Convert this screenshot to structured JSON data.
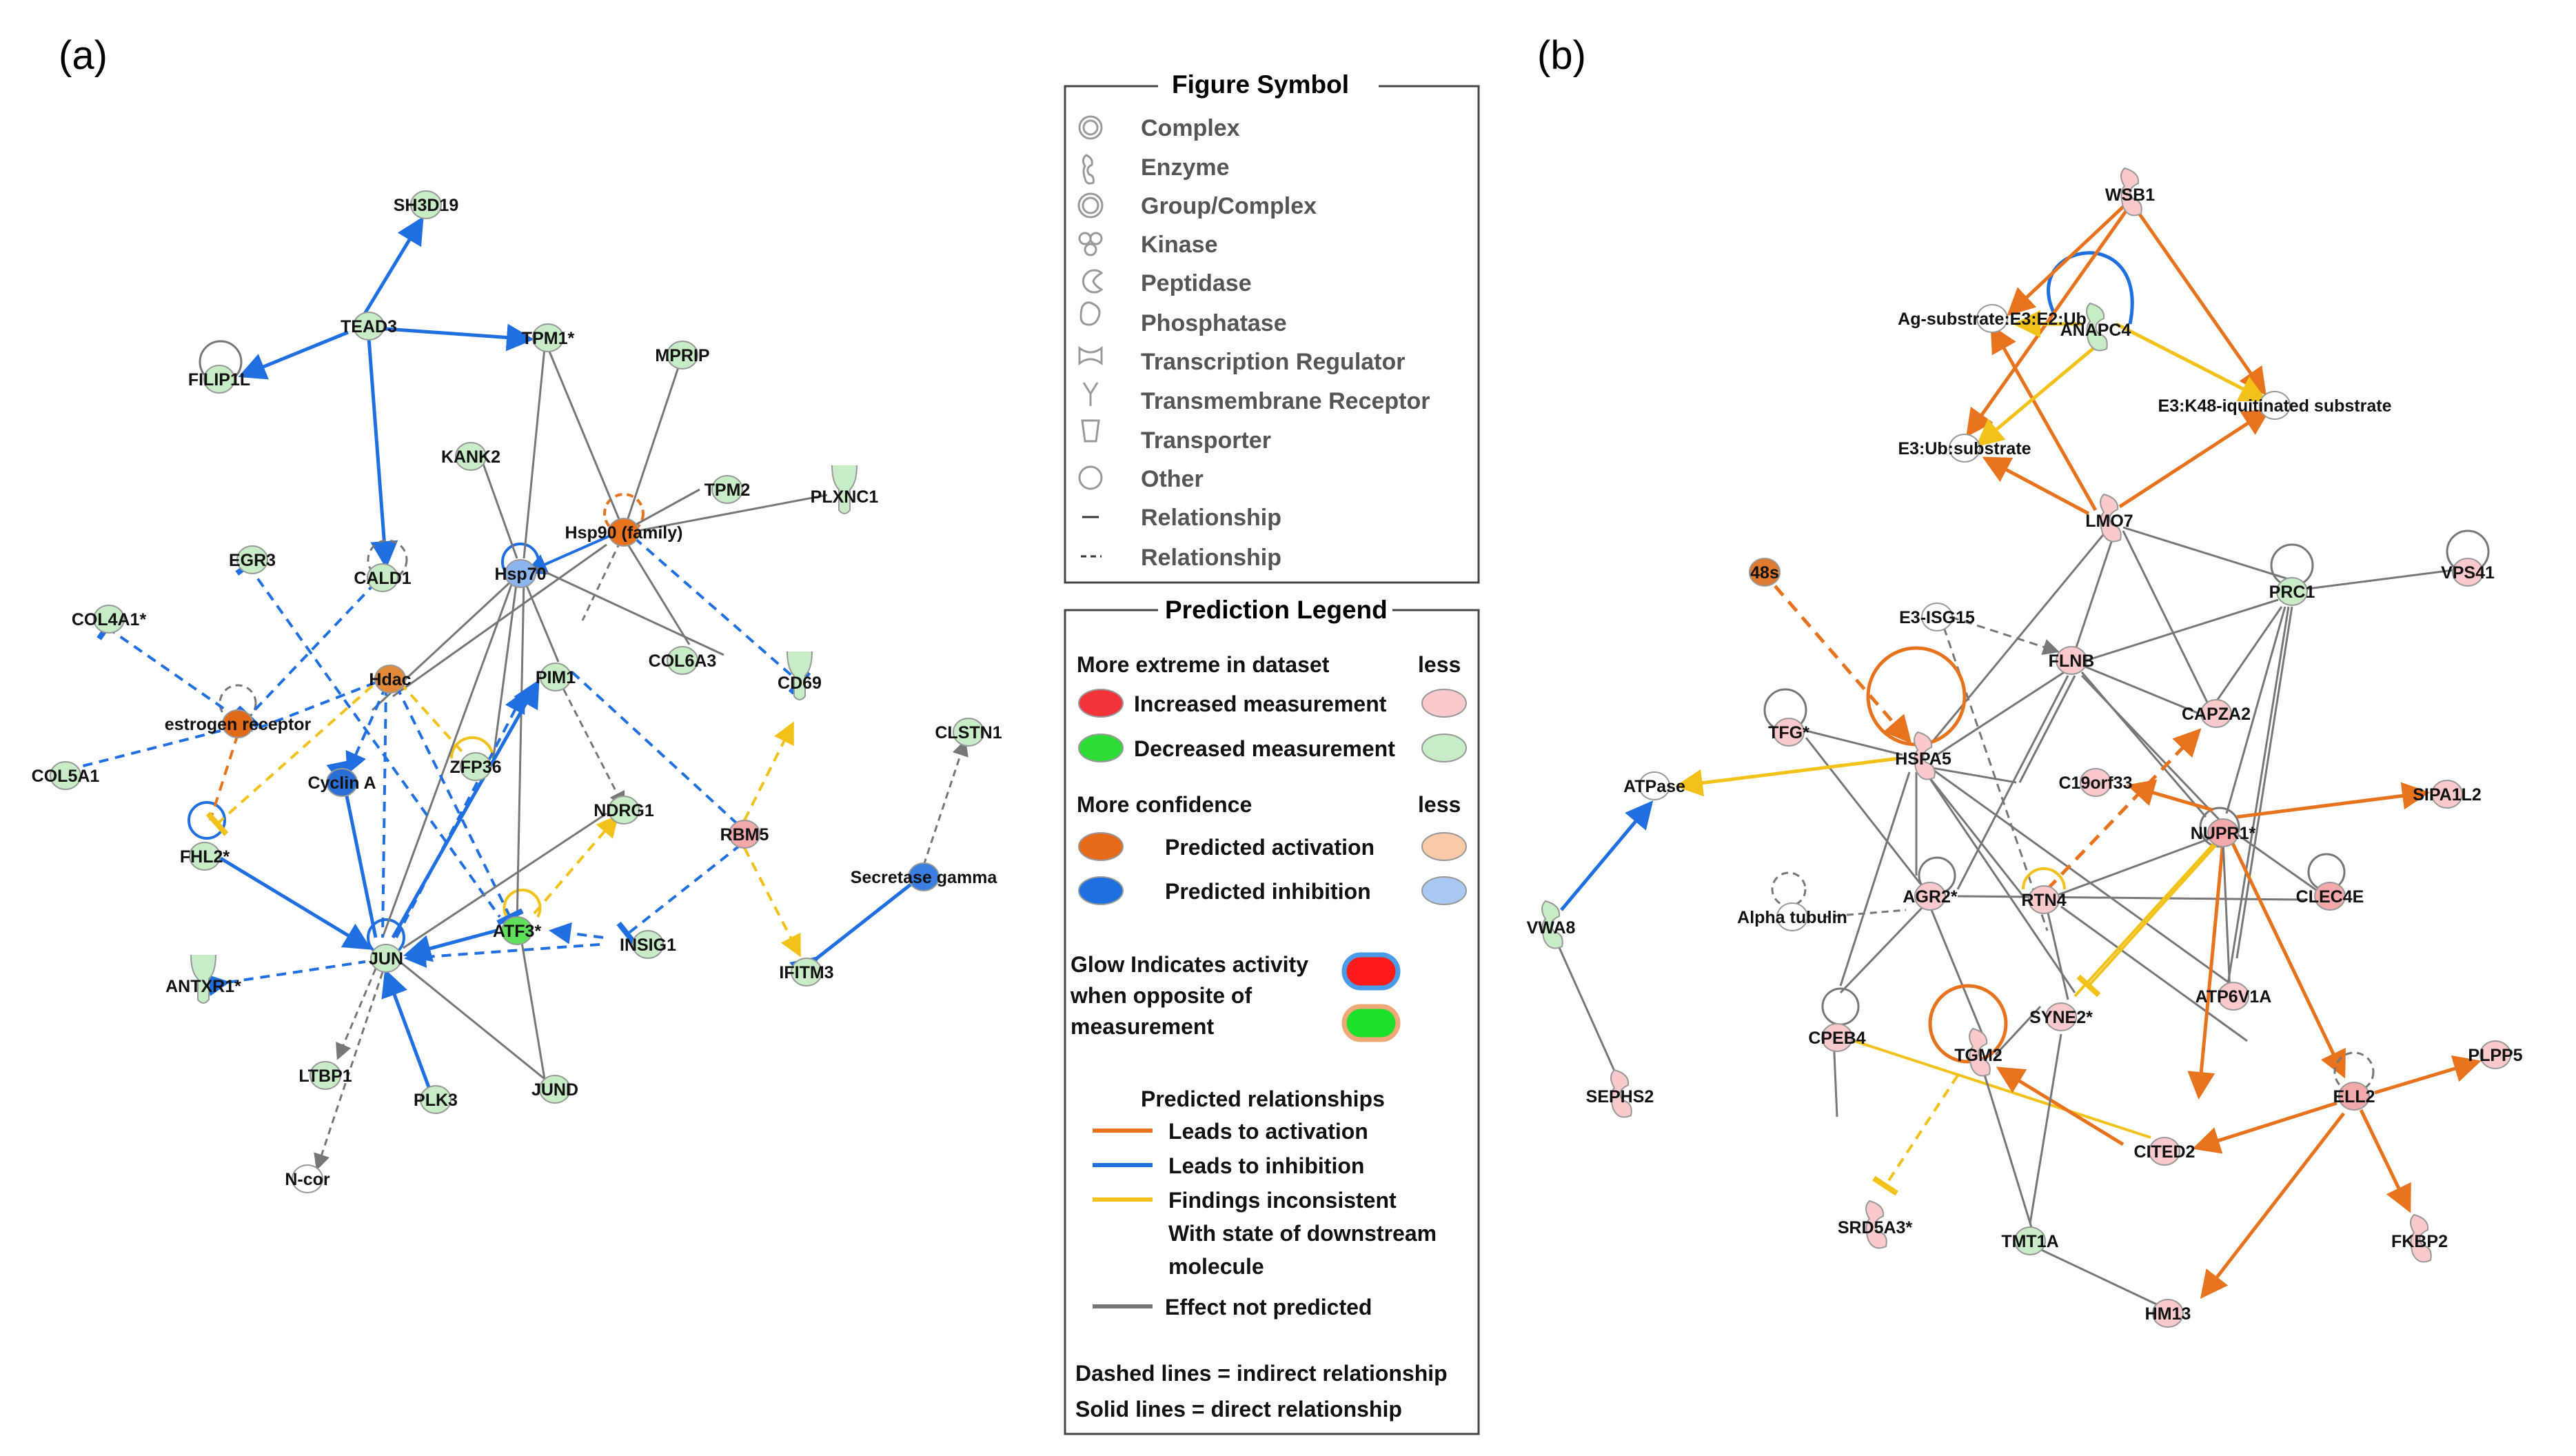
{
  "panels": {
    "a": "(a)",
    "b": "(b)"
  },
  "colors": {
    "activation": "#e8731e",
    "inhibition": "#1f6fe0",
    "inconsistent": "#f2c21b",
    "not_predicted": "#777777",
    "increased_light": "#f9c9cc",
    "decreased_light": "#c7ecc6",
    "decreased_strong": "#5fe05a",
    "activation_node": "#e7731f",
    "inhibition_node": "#3a7fe0",
    "neutral": "#ffffff"
  },
  "figure_symbol": {
    "title": "Figure Symbol",
    "items": [
      {
        "icon": "complex-icon",
        "label": "Complex"
      },
      {
        "icon": "enzyme-icon",
        "label": "Enzyme"
      },
      {
        "icon": "group-complex-icon",
        "label": "Group/Complex"
      },
      {
        "icon": "kinase-icon",
        "label": "Kinase"
      },
      {
        "icon": "peptidase-icon",
        "label": "Peptidase"
      },
      {
        "icon": "phosphatase-icon",
        "label": "Phosphatase"
      },
      {
        "icon": "transcription-regulator-icon",
        "label": "Transcription Regulator"
      },
      {
        "icon": "transmembrane-receptor-icon",
        "label": "Transmembrane Receptor"
      },
      {
        "icon": "transporter-icon",
        "label": "Transporter"
      },
      {
        "icon": "other-icon",
        "label": "Other"
      },
      {
        "icon": "solid-line-icon",
        "label": "Relationship"
      },
      {
        "icon": "dashed-line-icon",
        "label": "Relationship"
      }
    ]
  },
  "prediction_legend": {
    "title": "Prediction Legend",
    "more_extreme": "More extreme in dataset",
    "less": "less",
    "increased": "Increased measurement",
    "decreased": "Decreased measurement",
    "more_confidence": "More confidence",
    "less2": "less",
    "pred_activation": "Predicted activation",
    "pred_inhibition": "Predicted inhibition",
    "glow_line1": "Glow Indicates activity",
    "glow_line2": "when opposite of",
    "glow_line3": "measurement",
    "pred_rel_title": "Predicted relationships",
    "leads_activation": "Leads to activation",
    "leads_inhibition": "Leads to inhibition",
    "inconsistent_line1": "Findings inconsistent",
    "inconsistent_line2": "With state of downstream",
    "inconsistent_line3": "molecule",
    "not_predicted": "Effect not predicted",
    "footer_line1": "Dashed lines = indirect relationship",
    "footer_line2": "Solid lines = direct relationship"
  },
  "network_a": {
    "nodes": [
      {
        "id": "SH3D19",
        "label": "SH3D19",
        "fill": "#c7ecc6"
      },
      {
        "id": "TEAD3",
        "label": "TEAD3",
        "fill": "#c7ecc6"
      },
      {
        "id": "TPM1",
        "label": "TPM1*",
        "fill": "#c7ecc6"
      },
      {
        "id": "MPRIP",
        "label": "MPRIP",
        "fill": "#c7ecc6"
      },
      {
        "id": "FILIP1L",
        "label": "FILIP1L",
        "fill": "#c7ecc6"
      },
      {
        "id": "KANK2",
        "label": "KANK2",
        "fill": "#c7ecc6"
      },
      {
        "id": "TPM2",
        "label": "TPM2",
        "fill": "#c7ecc6"
      },
      {
        "id": "PLXNC1",
        "label": "PLXNC1",
        "fill": "#c7ecc6"
      },
      {
        "id": "EGR3",
        "label": "EGR3",
        "fill": "#c7ecc6"
      },
      {
        "id": "CALD1",
        "label": "CALD1",
        "fill": "#c7ecc6"
      },
      {
        "id": "Hsp70",
        "label": "Hsp70",
        "fill": "#8cb4ee"
      },
      {
        "id": "Hsp90",
        "label": "Hsp90 (family)",
        "fill": "#e7731f"
      },
      {
        "id": "COL4A1",
        "label": "COL4A1*",
        "fill": "#c7ecc6"
      },
      {
        "id": "PIM1",
        "label": "PIM1",
        "fill": "#c7ecc6"
      },
      {
        "id": "COL6A3",
        "label": "COL6A3",
        "fill": "#c7ecc6"
      },
      {
        "id": "CD69",
        "label": "CD69",
        "fill": "#c7ecc6"
      },
      {
        "id": "Hdac",
        "label": "Hdac",
        "fill": "#e08a3a"
      },
      {
        "id": "ER",
        "label": "estrogen receptor",
        "fill": "#e06a18"
      },
      {
        "id": "CLSTN1",
        "label": "CLSTN1",
        "fill": "#c7ecc6"
      },
      {
        "id": "COL5A1",
        "label": "COL5A1",
        "fill": "#c7ecc6"
      },
      {
        "id": "ZFP36",
        "label": "ZFP36",
        "fill": "#c7ecc6"
      },
      {
        "id": "NDRG1",
        "label": "NDRG1",
        "fill": "#c7ecc6"
      },
      {
        "id": "RBM5",
        "label": "RBM5",
        "fill": "#f3a8aa"
      },
      {
        "id": "FHL2",
        "label": "FHL2*",
        "fill": "#c7ecc6"
      },
      {
        "id": "CyclinA",
        "label": "Cyclin A",
        "fill": "#2a6fd6"
      },
      {
        "id": "SecGamma",
        "label": "Secretase gamma",
        "fill": "#3a7fe0"
      },
      {
        "id": "ATF3",
        "label": "ATF3*",
        "fill": "#5fe05a"
      },
      {
        "id": "INSIG1",
        "label": "INSIG1",
        "fill": "#c7ecc6"
      },
      {
        "id": "JUN",
        "label": "JUN",
        "fill": "#c7ecc6"
      },
      {
        "id": "IFITM3",
        "label": "IFITM3",
        "fill": "#c7ecc6"
      },
      {
        "id": "ANTXR1",
        "label": "ANTXR1*",
        "fill": "#c7ecc6"
      },
      {
        "id": "LTBP1",
        "label": "LTBP1",
        "fill": "#c7ecc6"
      },
      {
        "id": "JUND",
        "label": "JUND",
        "fill": "#c7ecc6"
      },
      {
        "id": "PLK3",
        "label": "PLK3",
        "fill": "#c7ecc6"
      },
      {
        "id": "Ncor",
        "label": "N-cor",
        "fill": "#ffffff"
      }
    ]
  },
  "network_b": {
    "nodes": [
      {
        "id": "WSB1",
        "label": "WSB1",
        "fill": "#f9c9cc"
      },
      {
        "id": "AgSub",
        "label": "Ag-substrate:E3:E2:Ub",
        "fill": "#ffffff"
      },
      {
        "id": "ANAPC4",
        "label": "ANAPC4",
        "fill": "#c7ecc6"
      },
      {
        "id": "E3K48",
        "label": "E3:K48-iquitinated substrate",
        "fill": "#ffffff"
      },
      {
        "id": "E3Ub",
        "label": "E3:Ub:substrate",
        "fill": "#ffffff"
      },
      {
        "id": "LMO7",
        "label": "LMO7",
        "fill": "#f9c9cc"
      },
      {
        "id": "s48",
        "label": "48s",
        "fill": "#e07a2e"
      },
      {
        "id": "PRC1",
        "label": "PRC1",
        "fill": "#c7ecc6"
      },
      {
        "id": "VPS41",
        "label": "VPS41",
        "fill": "#f9c9cc"
      },
      {
        "id": "E3ISG15",
        "label": "E3-ISG15",
        "fill": "#ffffff"
      },
      {
        "id": "FLNB",
        "label": "FLNB",
        "fill": "#f9c9cc"
      },
      {
        "id": "TFG",
        "label": "TFG*",
        "fill": "#f9c9cc"
      },
      {
        "id": "CAPZA2",
        "label": "CAPZA2",
        "fill": "#f9c9cc"
      },
      {
        "id": "HSPA5",
        "label": "HSPA5",
        "fill": "#f9c9cc"
      },
      {
        "id": "C19orf33",
        "label": "C19orf33",
        "fill": "#f9c9cc"
      },
      {
        "id": "ATPase",
        "label": "ATPase",
        "fill": "#ffffff"
      },
      {
        "id": "SIPA1L2",
        "label": "SIPA1L2",
        "fill": "#f9c9cc"
      },
      {
        "id": "NUPR1",
        "label": "NUPR1*",
        "fill": "#f3a8aa"
      },
      {
        "id": "VWA8",
        "label": "VWA8",
        "fill": "#c7ecc6"
      },
      {
        "id": "AGR2",
        "label": "AGR2*",
        "fill": "#f9c9cc"
      },
      {
        "id": "RTN4",
        "label": "RTN4",
        "fill": "#f9c9cc"
      },
      {
        "id": "CLEC4E",
        "label": "CLEC4E",
        "fill": "#f3a8aa"
      },
      {
        "id": "AlphaTub",
        "label": "Alpha tubulin",
        "fill": "#ffffff"
      },
      {
        "id": "SYNE2",
        "label": "SYNE2*",
        "fill": "#f9c9cc"
      },
      {
        "id": "ATP6V1A",
        "label": "ATP6V1A",
        "fill": "#f9c9cc"
      },
      {
        "id": "CPEB4",
        "label": "CPEB4",
        "fill": "#f9c9cc"
      },
      {
        "id": "TGM2",
        "label": "TGM2",
        "fill": "#f9c9cc"
      },
      {
        "id": "PLPP5",
        "label": "PLPP5",
        "fill": "#f9c9cc"
      },
      {
        "id": "SEPHS2",
        "label": "SEPHS2",
        "fill": "#f9c9cc"
      },
      {
        "id": "ELL2",
        "label": "ELL2",
        "fill": "#f3a8aa"
      },
      {
        "id": "CITED2",
        "label": "CITED2",
        "fill": "#f9c9cc"
      },
      {
        "id": "TMT1A",
        "label": "TMT1A",
        "fill": "#c7ecc6"
      },
      {
        "id": "SRD5A3",
        "label": "SRD5A3*",
        "fill": "#f9c9cc"
      },
      {
        "id": "FKBP2",
        "label": "FKBP2",
        "fill": "#f9c9cc"
      },
      {
        "id": "HM13",
        "label": "HM13",
        "fill": "#f9c9cc"
      }
    ]
  }
}
